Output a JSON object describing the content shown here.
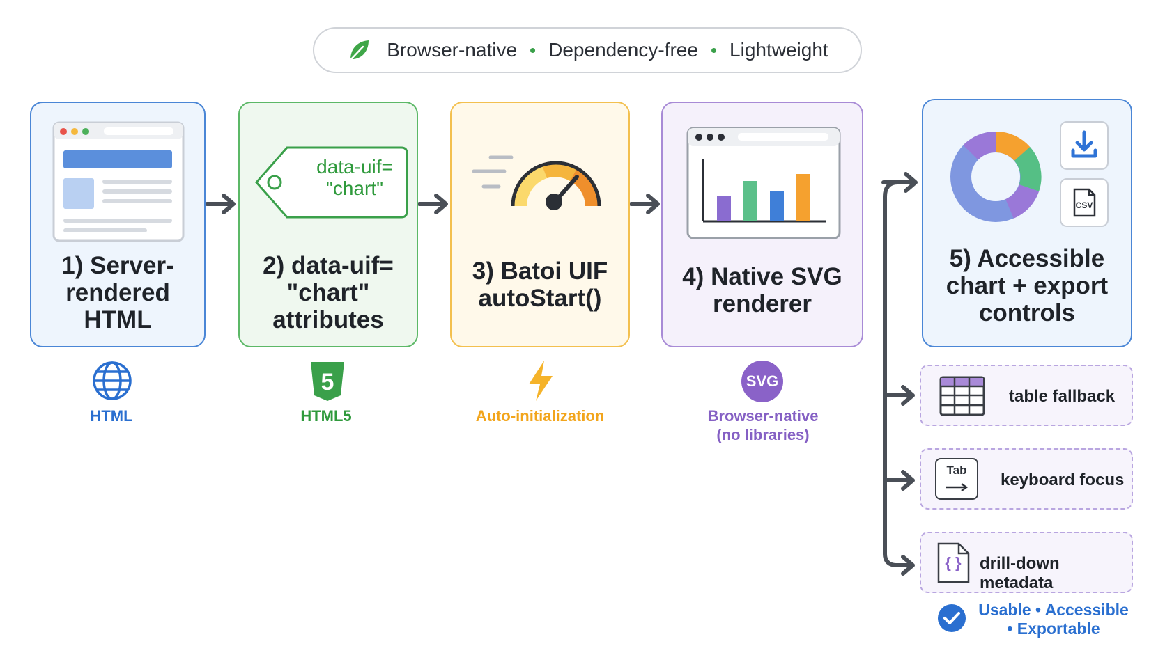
{
  "banner": {
    "items": [
      "Browser-native",
      "Dependency-free",
      "Lightweight"
    ],
    "separator": "•"
  },
  "steps": [
    {
      "title": "1) Server-\nrendered\nHTML",
      "tech_label": "HTML",
      "tech_icon": "globe-icon",
      "color": "#4a86d6"
    },
    {
      "title": "2) data-uif=\n\"chart\"\nattributes",
      "tech_label": "HTML5",
      "tech_icon": "html5-shield-icon",
      "color": "#5cb867",
      "tag_text": "data-uif=\n\"chart\""
    },
    {
      "title": "3) Batoi UIF\nautoStart()",
      "tech_label": "Auto-initialization",
      "tech_icon": "lightning-icon",
      "color": "#f3c04f"
    },
    {
      "title": "4) Native SVG\nrenderer",
      "tech_label": "Browser-native\n(no libraries)",
      "tech_icon": "svg-badge-icon",
      "tech_badge": "SVG",
      "color": "#a88bd6"
    },
    {
      "title": "5) Accessible\nchart + export\ncontrols",
      "color": "#4a86d6",
      "export_badge": "CSV"
    }
  ],
  "outputs": [
    {
      "label": "table fallback",
      "icon": "table-icon"
    },
    {
      "label": "keyboard focus",
      "icon": "tab-key-icon",
      "key_text": "Tab"
    },
    {
      "label": "drill-down metadata",
      "icon": "json-file-icon",
      "file_text": "{ }"
    }
  ],
  "summary": {
    "text": "Usable • Accessible\n• Exportable",
    "icon": "check-circle-icon"
  }
}
